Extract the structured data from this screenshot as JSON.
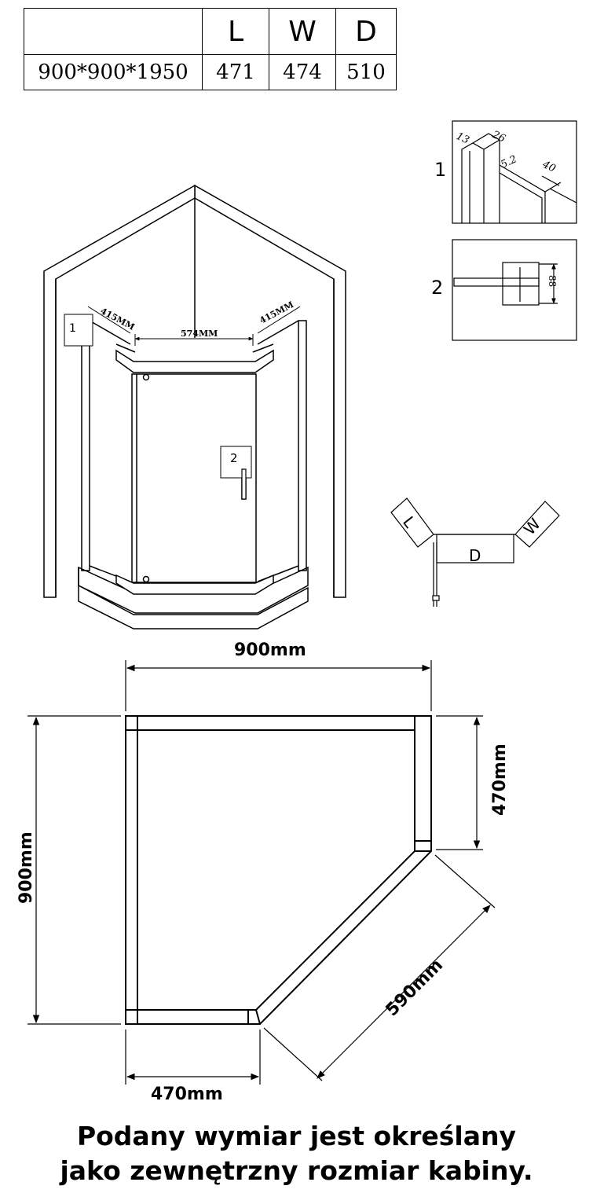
{
  "table": {
    "headers": [
      "",
      "L",
      "W",
      "D"
    ],
    "rows": [
      [
        "900*900*1950",
        "471",
        "474",
        "510"
      ]
    ]
  },
  "perspective": {
    "labels": {
      "callout_1": "1",
      "callout_2": "2",
      "left_panel": "415MM",
      "front": "574MM",
      "right_panel": "415MM"
    }
  },
  "detail_1": {
    "label": "1",
    "dims": [
      "13",
      "26",
      "5.2",
      "40"
    ]
  },
  "detail_2": {
    "label": "2",
    "dim": "88"
  },
  "schematic": {
    "labels": {
      "left": "L",
      "right": "W",
      "front": "D"
    }
  },
  "plan": {
    "top": "900mm",
    "left": "900mm",
    "right": "470mm",
    "bottom": "470mm",
    "diagonal": "590mm"
  },
  "caption": {
    "line1": "Podany wymiar jest określany",
    "line2": "jako zewnętrzny rozmiar kabiny."
  }
}
